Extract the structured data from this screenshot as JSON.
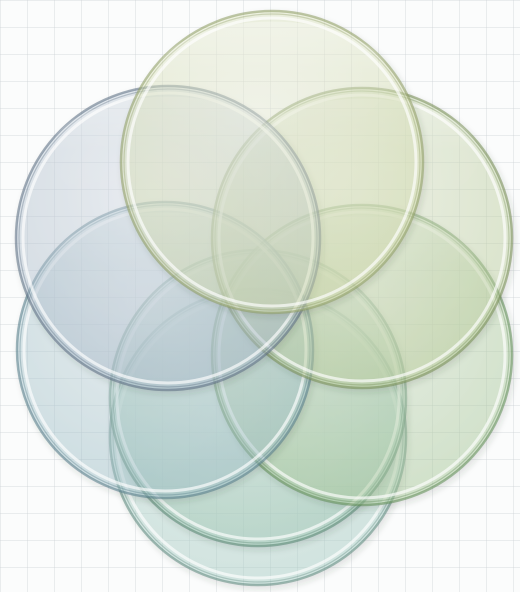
{
  "diagram": {
    "type": "overlapping-circles",
    "circle_count": 7,
    "circles": [
      {
        "id": "top",
        "colors": [
          "#f3f6df",
          "#d7e2ad"
        ],
        "rim": "#8c9a62"
      },
      {
        "id": "upper-left",
        "colors": [
          "#e3eaf2",
          "#aabdcf"
        ],
        "rim": "#596c80"
      },
      {
        "id": "upper-right",
        "colors": [
          "#e9f2d8",
          "#bdd29a"
        ],
        "rim": "#748b54"
      },
      {
        "id": "middle-left",
        "colors": [
          "#dcebef",
          "#9fc3cd"
        ],
        "rim": "#547a86"
      },
      {
        "id": "middle-right",
        "colors": [
          "#e2f0db",
          "#a9cd98"
        ],
        "rim": "#5f8a55"
      },
      {
        "id": "lower-center",
        "colors": [
          "#dcefe6",
          "#a0cdb7"
        ],
        "rim": "#558470"
      },
      {
        "id": "bottom",
        "colors": [
          "#dff0ec",
          "#a8d3c8"
        ],
        "rim": "#5e897e"
      }
    ]
  }
}
